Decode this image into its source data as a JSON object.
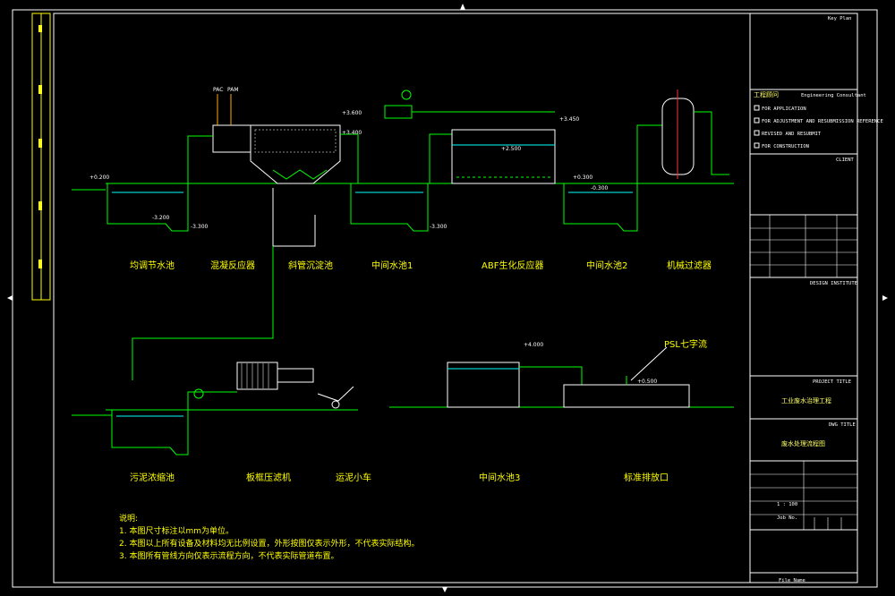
{
  "process_labels_top": [
    "均调节水池",
    "混凝反应器",
    "斜管沉淀池",
    "中间水池1",
    "ABF生化反应器",
    "中间水池2",
    "机械过滤器"
  ],
  "process_labels_bottom": [
    "污泥浓缩池",
    "板框压滤机",
    "运泥小车",
    "中间水池3",
    "标准排放口"
  ],
  "elevations": {
    "e1": "+0.200",
    "e2": "-3.200",
    "e3": "-3.300",
    "e4": "+3.400",
    "e5": "+3.600",
    "e6": "+3.450",
    "e7": "+2.500",
    "e8": "-3.300",
    "e9": "+0.300",
    "e10": "-0.300",
    "e11": "+4.000",
    "e12": "+0.500"
  },
  "equipment_tags": {
    "pac": "PAC",
    "pam": "PAM",
    "psl": "PSL七字流"
  },
  "notes": {
    "heading": "说明:",
    "items": [
      "1. 本图尺寸标注以mm为单位。",
      "2. 本图以上所有设备及材料均无比例设置，外形按图仅表示外形，不代表实际结构。",
      "3. 本图所有管线方向仅表示流程方向，不代表实际管道布置。"
    ]
  },
  "title_block": {
    "key_plan": "Key Plan",
    "consultant_cn": "工程顾问",
    "consultant_en": "Engineering Consultant",
    "check_items": [
      "FOR APPLICATION",
      "FOR ADJUSTMENT AND RESUBMISSION REFERENCE",
      "REVISED AND RESUBMIT",
      "FOR CONSTRUCTION"
    ],
    "client_label": "CLIENT",
    "design_institute": "DESIGN INSTITUTE",
    "project_title_label": "PROJECT TITLE",
    "project_title": "工业废水治理工程",
    "dwg_title_label": "DWG TITLE",
    "dwg_title": "废水处理流程图",
    "scale": "1 : 100",
    "job_no": "Job No.",
    "file_name": "File Name"
  }
}
